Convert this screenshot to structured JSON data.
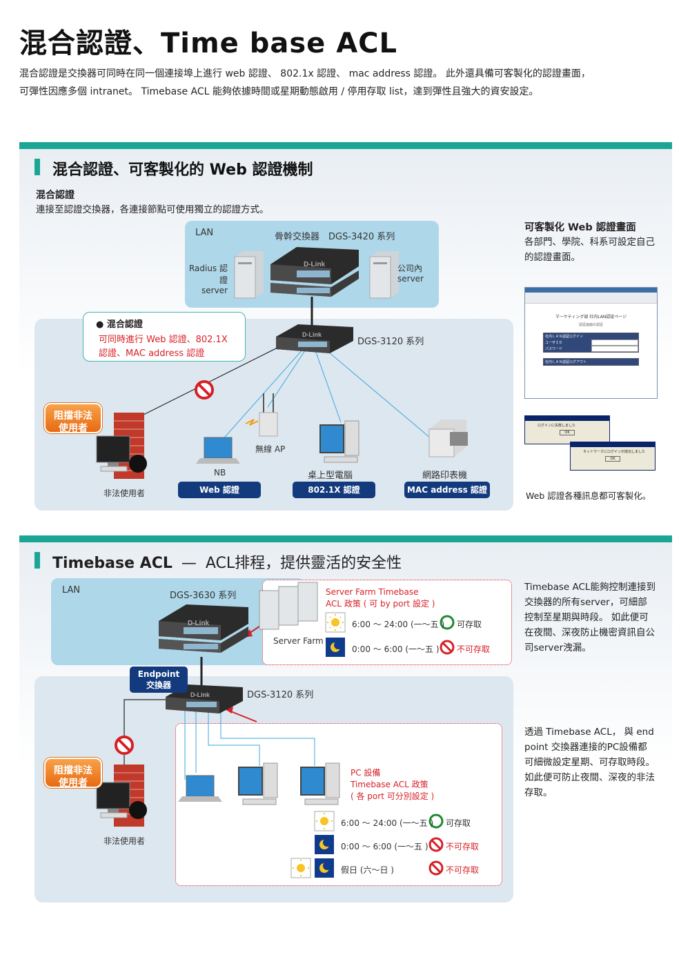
{
  "header": {
    "title": "混合認證、Time base ACL",
    "intro_1": "混合認證是交換器可同時在同一個連接埠上進行 web 認證、 802.1x 認證、 mac address 認證。 此外還具備可客製化的認證畫面，",
    "intro_2": "可彈性因應多個 intranet。 Timebase ACL 能夠依據時間或星期動態啟用 / 停用存取 list，達到彈性且強大的資安設定。"
  },
  "section1": {
    "title": "混合認證、可客製化的 Web 認證機制",
    "subtitle": "混合認證",
    "desc": "連接至認證交換器，各連接節點可使用獨立的認證方式。",
    "lan": "LAN",
    "core_switch": "骨幹交換器　DGS-3420 系列",
    "radius": "Radius 認證",
    "radius_2": "server",
    "company": "公司內",
    "company_2": "server",
    "edge_switch": "DGS-3120 系列",
    "callout_title": "混合認證",
    "callout_1": "可同時進行 Web 認證、802.1X",
    "callout_2": "認證、MAC address 認證",
    "block_1": "阻擋非法",
    "block_2": "使用者",
    "illegal_user": "非法使用者",
    "wireless_ap": "無線 AP",
    "nb": "NB",
    "desktop": "桌上型電腦",
    "printer": "網路印表機",
    "pill_web": "Web 認證",
    "pill_8021x": "802.1X 認證",
    "pill_mac": "MAC address 認證",
    "side_title": "可客製化 Web 認證畫面",
    "side_text": "各部門、學院、科系可設定自己的認證畫面。",
    "screen_heading": "マーケティング部 社内LAN認証ページ",
    "screen_sub": "認証画面の認証",
    "screen_login": "社内ＬＡＮ認証ログイン",
    "screen_user": "ユーザＩＤ",
    "screen_pass": "パスワード",
    "screen_logout": "社内ＬＡＮ認証ログアウト",
    "dialog_1": "ログインに失敗しました",
    "dialog_2": "ネットワークにログインが成功しました",
    "dialog_ok": "OK",
    "side_caption": "Web 認證各種訊息都可客製化。",
    "brand": "D-Link"
  },
  "section2": {
    "title": "Timebase  ACL",
    "title_dash": "—",
    "title_rest": "ACL排程，提供靈活的安全性",
    "lan": "LAN",
    "core_switch": "DGS-3630 系列",
    "server_farm": "Server Farm",
    "sf_policy_1": "Server Farm Timebase",
    "sf_policy_2": "ACL 政策 ( 可 by port 設定 )",
    "sf_row1_time": "6:00 ～ 24:00 (一～五 )",
    "sf_row1_status": "可存取",
    "sf_row2_time": "0:00 ～ 6:00 (一～五 )",
    "sf_row2_status": "不可存取",
    "endpoint_1": "Endpoint",
    "endpoint_2": "交換器",
    "edge_switch": "DGS-3120 系列",
    "block_1": "阻擋非法",
    "block_2": "使用者",
    "illegal_user": "非法使用者",
    "pc_policy_1": "PC 設備",
    "pc_policy_2": "Timebase ACL 政策",
    "pc_policy_3": "( 各 port 可分別設定 )",
    "pc_row1_time": "6:00 ～ 24:00 (一～五 )",
    "pc_row1_status": "可存取",
    "pc_row2_time": "0:00 ～ 6:00 (一～五 )",
    "pc_row2_status": "不可存取",
    "pc_row3_time": "假日 (六～日 )",
    "pc_row3_status": "不可存取",
    "side_1": "Timebase ACL能夠控制連接到交換器的所有server，可細部控制至星期與時段。 如此便可在夜間、深夜防止機密資訊自公司server洩漏。",
    "side_2": "透過 Timebase ACL， 與 end point 交換器連接的PC設備都可細微設定星期、可存取時段。如此便可防止夜間、深夜的非法存取。",
    "brand": "D-Link"
  },
  "colors": {
    "teal": "#1aa595",
    "navy": "#123a7d",
    "red": "#d71f26",
    "orange": "#e86a12",
    "lan": "#aed7e9"
  }
}
